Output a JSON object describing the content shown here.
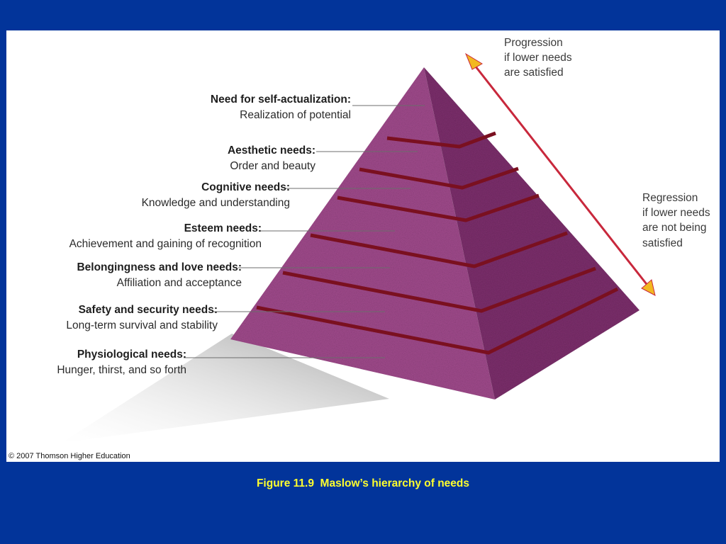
{
  "levels": [
    {
      "title": "Need for self-actualization:",
      "desc": "Realization of potential"
    },
    {
      "title": "Aesthetic needs:",
      "desc": "Order and beauty"
    },
    {
      "title": "Cognitive needs:",
      "desc": "Knowledge and understanding"
    },
    {
      "title": "Esteem needs:",
      "desc": "Achievement and gaining of recognition"
    },
    {
      "title": "Belongingness and love needs:",
      "desc": "Affiliation and acceptance"
    },
    {
      "title": "Safety and security needs:",
      "desc": "Long-term survival and stability"
    },
    {
      "title": "Physiological needs:",
      "desc": "Hunger, thirst, and so forth"
    }
  ],
  "progression": {
    "line1": "Progression",
    "line2": "if lower needs",
    "line3": "are satisfied"
  },
  "regression": {
    "line1": "Regression",
    "line2": "if lower needs",
    "line3": "are not being",
    "line4": "satisfied"
  },
  "copyright": "© 2007 Thomson Higher Education",
  "caption": "Figure 11.9  Maslow’s hierarchy of needs",
  "colors": {
    "slide_bg": "#02349a",
    "pyramid_light": "#a04a8c",
    "pyramid_dark": "#7c2f6c",
    "gap": "#7a1020",
    "arrow": "#c8283c",
    "arrow_head": "#f2b820",
    "caption": "#ffff2e"
  }
}
